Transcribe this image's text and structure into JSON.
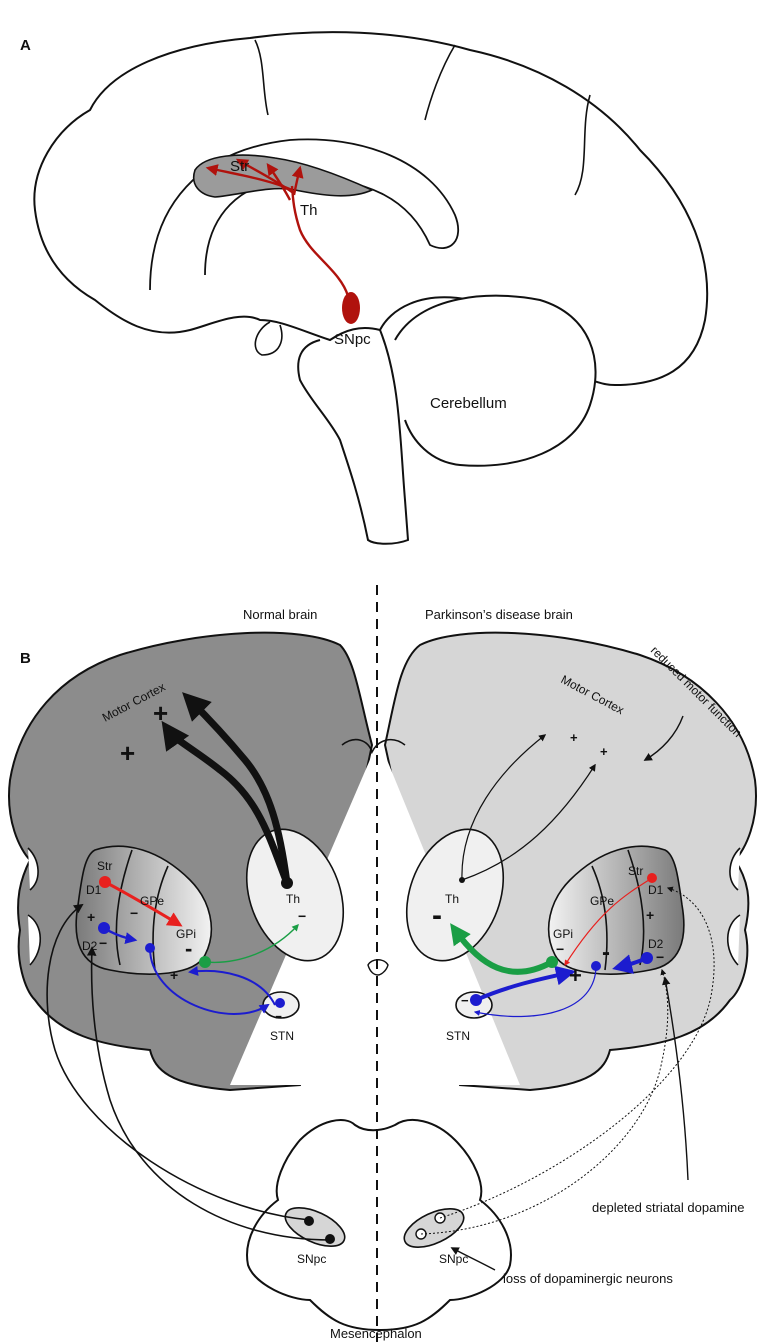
{
  "panel_a": {
    "letter": "A",
    "labels": {
      "striatum": "Str",
      "thalamus": "Th",
      "snpc": "SNpc",
      "cerebellum": "Cerebellum"
    }
  },
  "panel_b": {
    "letter": "B",
    "normal_title": "Normal brain",
    "pd_title": "Parkinson’s disease brain",
    "motor_cortex": "Motor Cortex",
    "reduced_motor": "reduced motor function",
    "mesencephalon": "Mesencephalon",
    "depleted_dopamine": "depleted striatal dopamine",
    "loss_neurons": "loss of dopaminergic neurons",
    "regions": {
      "str": "Str",
      "d1": "D1",
      "d2": "D2",
      "gpe": "GPe",
      "gpi": "GPi",
      "th": "Th",
      "stn": "STN",
      "snpc": "SNpc"
    },
    "signs": {
      "plus": "+",
      "minus": "−",
      "bold_minus": "-"
    }
  },
  "colors": {
    "dopamine_path": "#b0120d",
    "d1_pathway": "#e8201e",
    "d2_pathway": "#1c1ccf",
    "gpi_output": "#1a9e45",
    "cortex_dark": "#8c8c8c",
    "cortex_light": "#d6d6d6"
  }
}
